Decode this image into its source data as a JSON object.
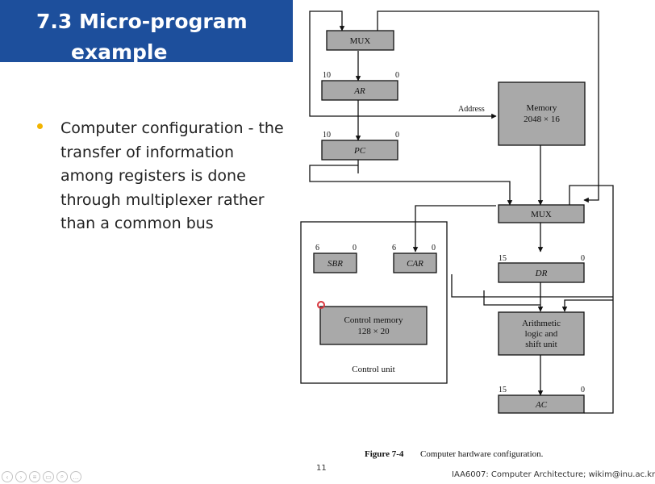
{
  "slide": {
    "title_line1": "7.3 Micro-program",
    "title_line2": "example",
    "bullet": "Computer configuration - the transfer of information among registers is done through multiplexer rather than a common bus",
    "page_number": "11",
    "footer": "IAA6007: Computer Architecture; wikim@inu.ac.kr"
  },
  "figure": {
    "mux_top": "MUX",
    "ar_label": "AR",
    "ar_hi": "10",
    "ar_lo": "0",
    "pc_label": "PC",
    "pc_hi": "10",
    "pc_lo": "0",
    "address_label": "Address",
    "memory_label": "Memory",
    "memory_size": "2048 × 16",
    "mux_mid": "MUX",
    "dr_label": "DR",
    "dr_hi": "15",
    "dr_lo": "0",
    "alu_line1": "Arithmetic",
    "alu_line2": "logic and",
    "alu_line3": "shift unit",
    "ac_label": "AC",
    "ac_hi": "15",
    "ac_lo": "0",
    "sbr_label": "SBR",
    "sbr_hi": "6",
    "sbr_lo": "0",
    "car_label": "CAR",
    "car_hi": "6",
    "car_lo": "0",
    "cm_line1": "Control memory",
    "cm_line2": "128 × 20",
    "control_unit": "Control unit",
    "caption_num": "Figure 7-4",
    "caption_text": "Computer hardware configuration."
  },
  "colors": {
    "title_bar": "#1d4f9c",
    "bullet": "#f2b400",
    "box_fill": "#a9a9a9"
  },
  "nav_icons": [
    "prev-icon",
    "next-icon",
    "menu-icon",
    "view-icon",
    "zoom-icon",
    "more-icon"
  ]
}
